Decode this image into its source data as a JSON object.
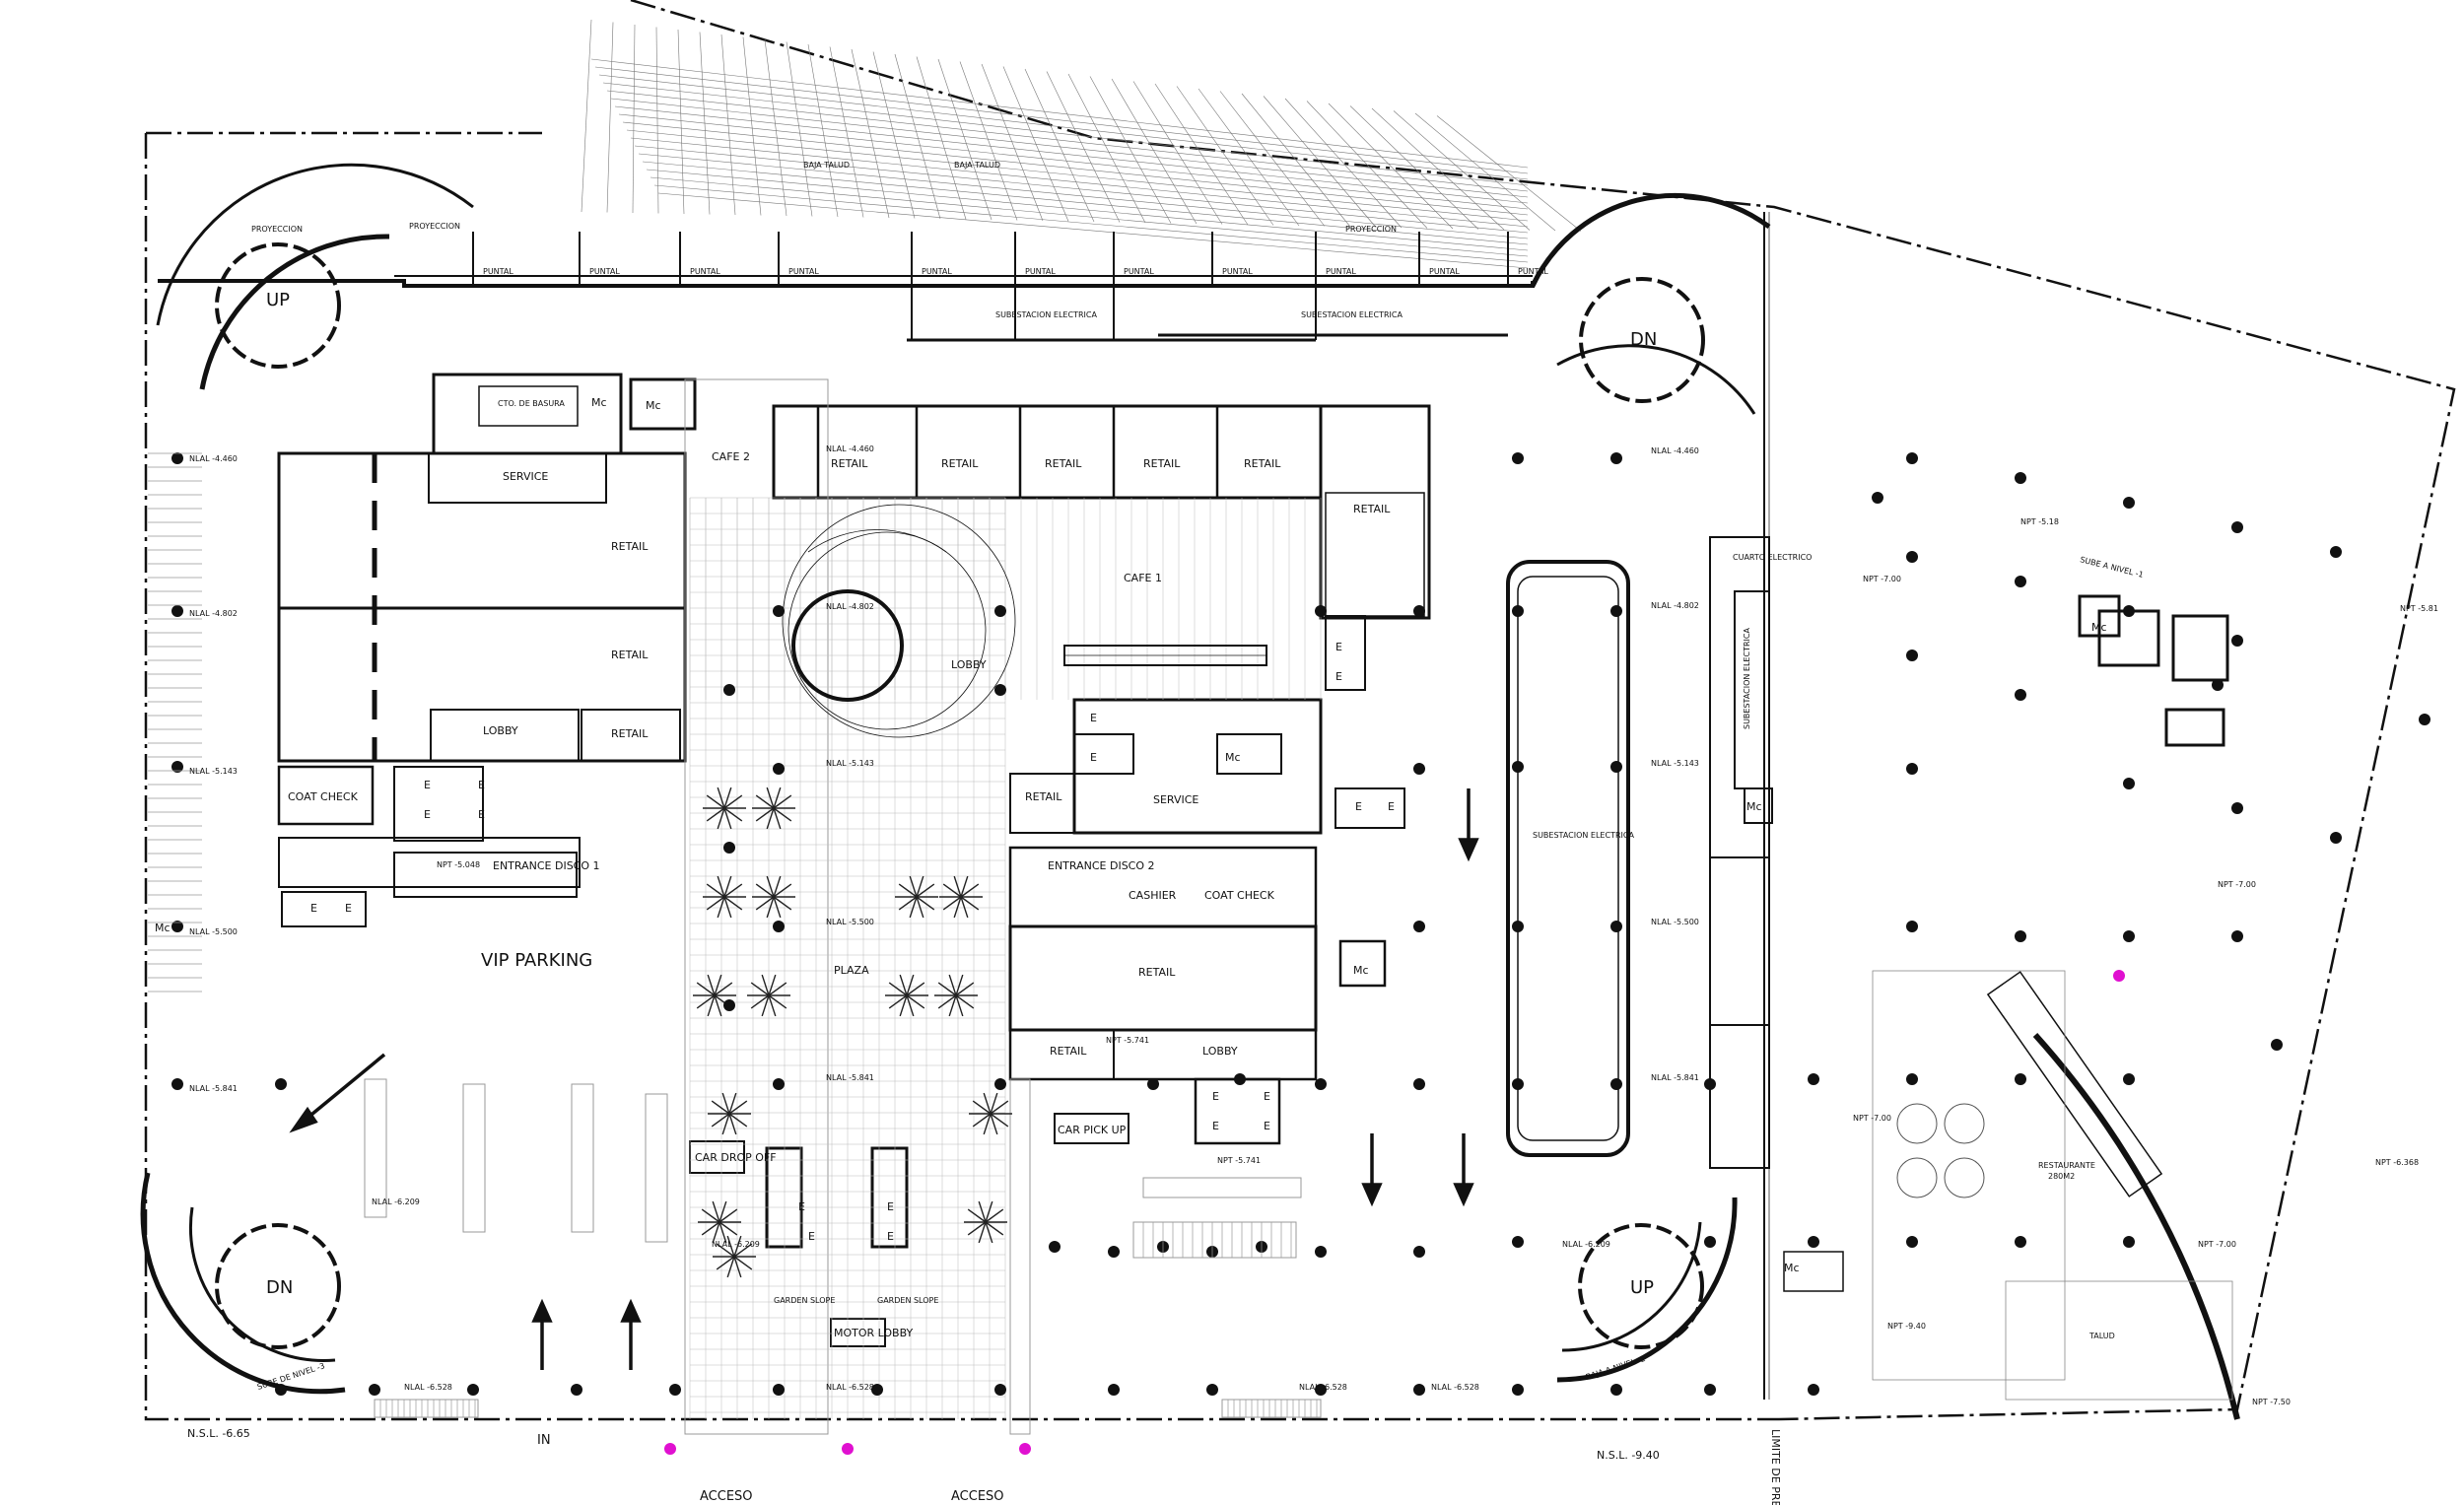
{
  "site": {
    "vip_parking": "VIP PARKING",
    "in_label": "IN",
    "acceso_1": "ACCESO",
    "acceso_2": "ACCESO",
    "limite": "LIMITE DE PREDIO",
    "nsl_1": "N.S.L. -6.65",
    "nsl_2": "N.S.L. -9.40",
    "subestacion_1": "SUBESTACION ELECTRICA",
    "subestacion_2": "SUBESTACION ELECTRICA",
    "subestacion_3": "SUBESTACION ELECTRICA",
    "subestacion_4": "SUBESTACION ELECTRICA",
    "baja_talud_1": "BAJA TALUD",
    "baja_talud_2": "BAJA TALUD",
    "proyeccion_1": "PROYECCION",
    "proyeccion_2": "PROYECCION",
    "proyeccion_3": "PROYECCION",
    "puntal": "PUNTAL",
    "talud": "TALUD",
    "cuarto": "CUARTO ELECTRICO",
    "restaurante": "RESTAURANTE",
    "restaurante_area": "280M2"
  },
  "ramps": {
    "up_nw": "UP",
    "dn_ne": "DN",
    "dn_sw": "DN",
    "up_se": "UP",
    "subida": "SUBE DE NIVEL -3",
    "bajada": "BAJA A NIVEL -2",
    "sube_nivel": "SUBE A NIVEL -1"
  },
  "rooms": {
    "basura": "CTO. DE BASURA",
    "service_1": "SERVICE",
    "service_2": "SERVICE",
    "cafe_2": "CAFE 2",
    "cafe_1": "CAFE 1",
    "retail": "RETAIL",
    "lobby": "LOBBY",
    "coat_check": "COAT CHECK",
    "entrance_1": "ENTRANCE DISCO 1",
    "entrance_2": "ENTRANCE DISCO 2",
    "cashier": "CASHIER",
    "plaza": "PLAZA",
    "car_drop": "CAR DROP OFF",
    "car_pick": "CAR PICK UP",
    "motor_lobby": "MOTOR LOBBY",
    "garden": "GARDEN SLOPE",
    "e": "E",
    "mc": "Mc"
  },
  "levels": {
    "n4460": "NLAL -4.460",
    "n4802": "NLAL -4.802",
    "n5143": "NLAL -5.143",
    "n5500": "NLAL -5.500",
    "n5841": "NLAL -5.841",
    "n6209": "NLAL -6.209",
    "n6528": "NLAL -6.528",
    "npt5048": "NPT -5.048",
    "npt5741": "NPT -5.741",
    "npt5741b": "NPT -5.741",
    "npt518": "NPT -5.18",
    "npt700": "NPT -7.00",
    "npt581": "NPT -5.81",
    "npt6368": "NPT -6.368",
    "npt940": "NPT -9.40",
    "npt750": "NPT -7.50"
  },
  "colors": {
    "line": "#111111",
    "light": "#9a9a9a",
    "accent": "#e010d0"
  }
}
